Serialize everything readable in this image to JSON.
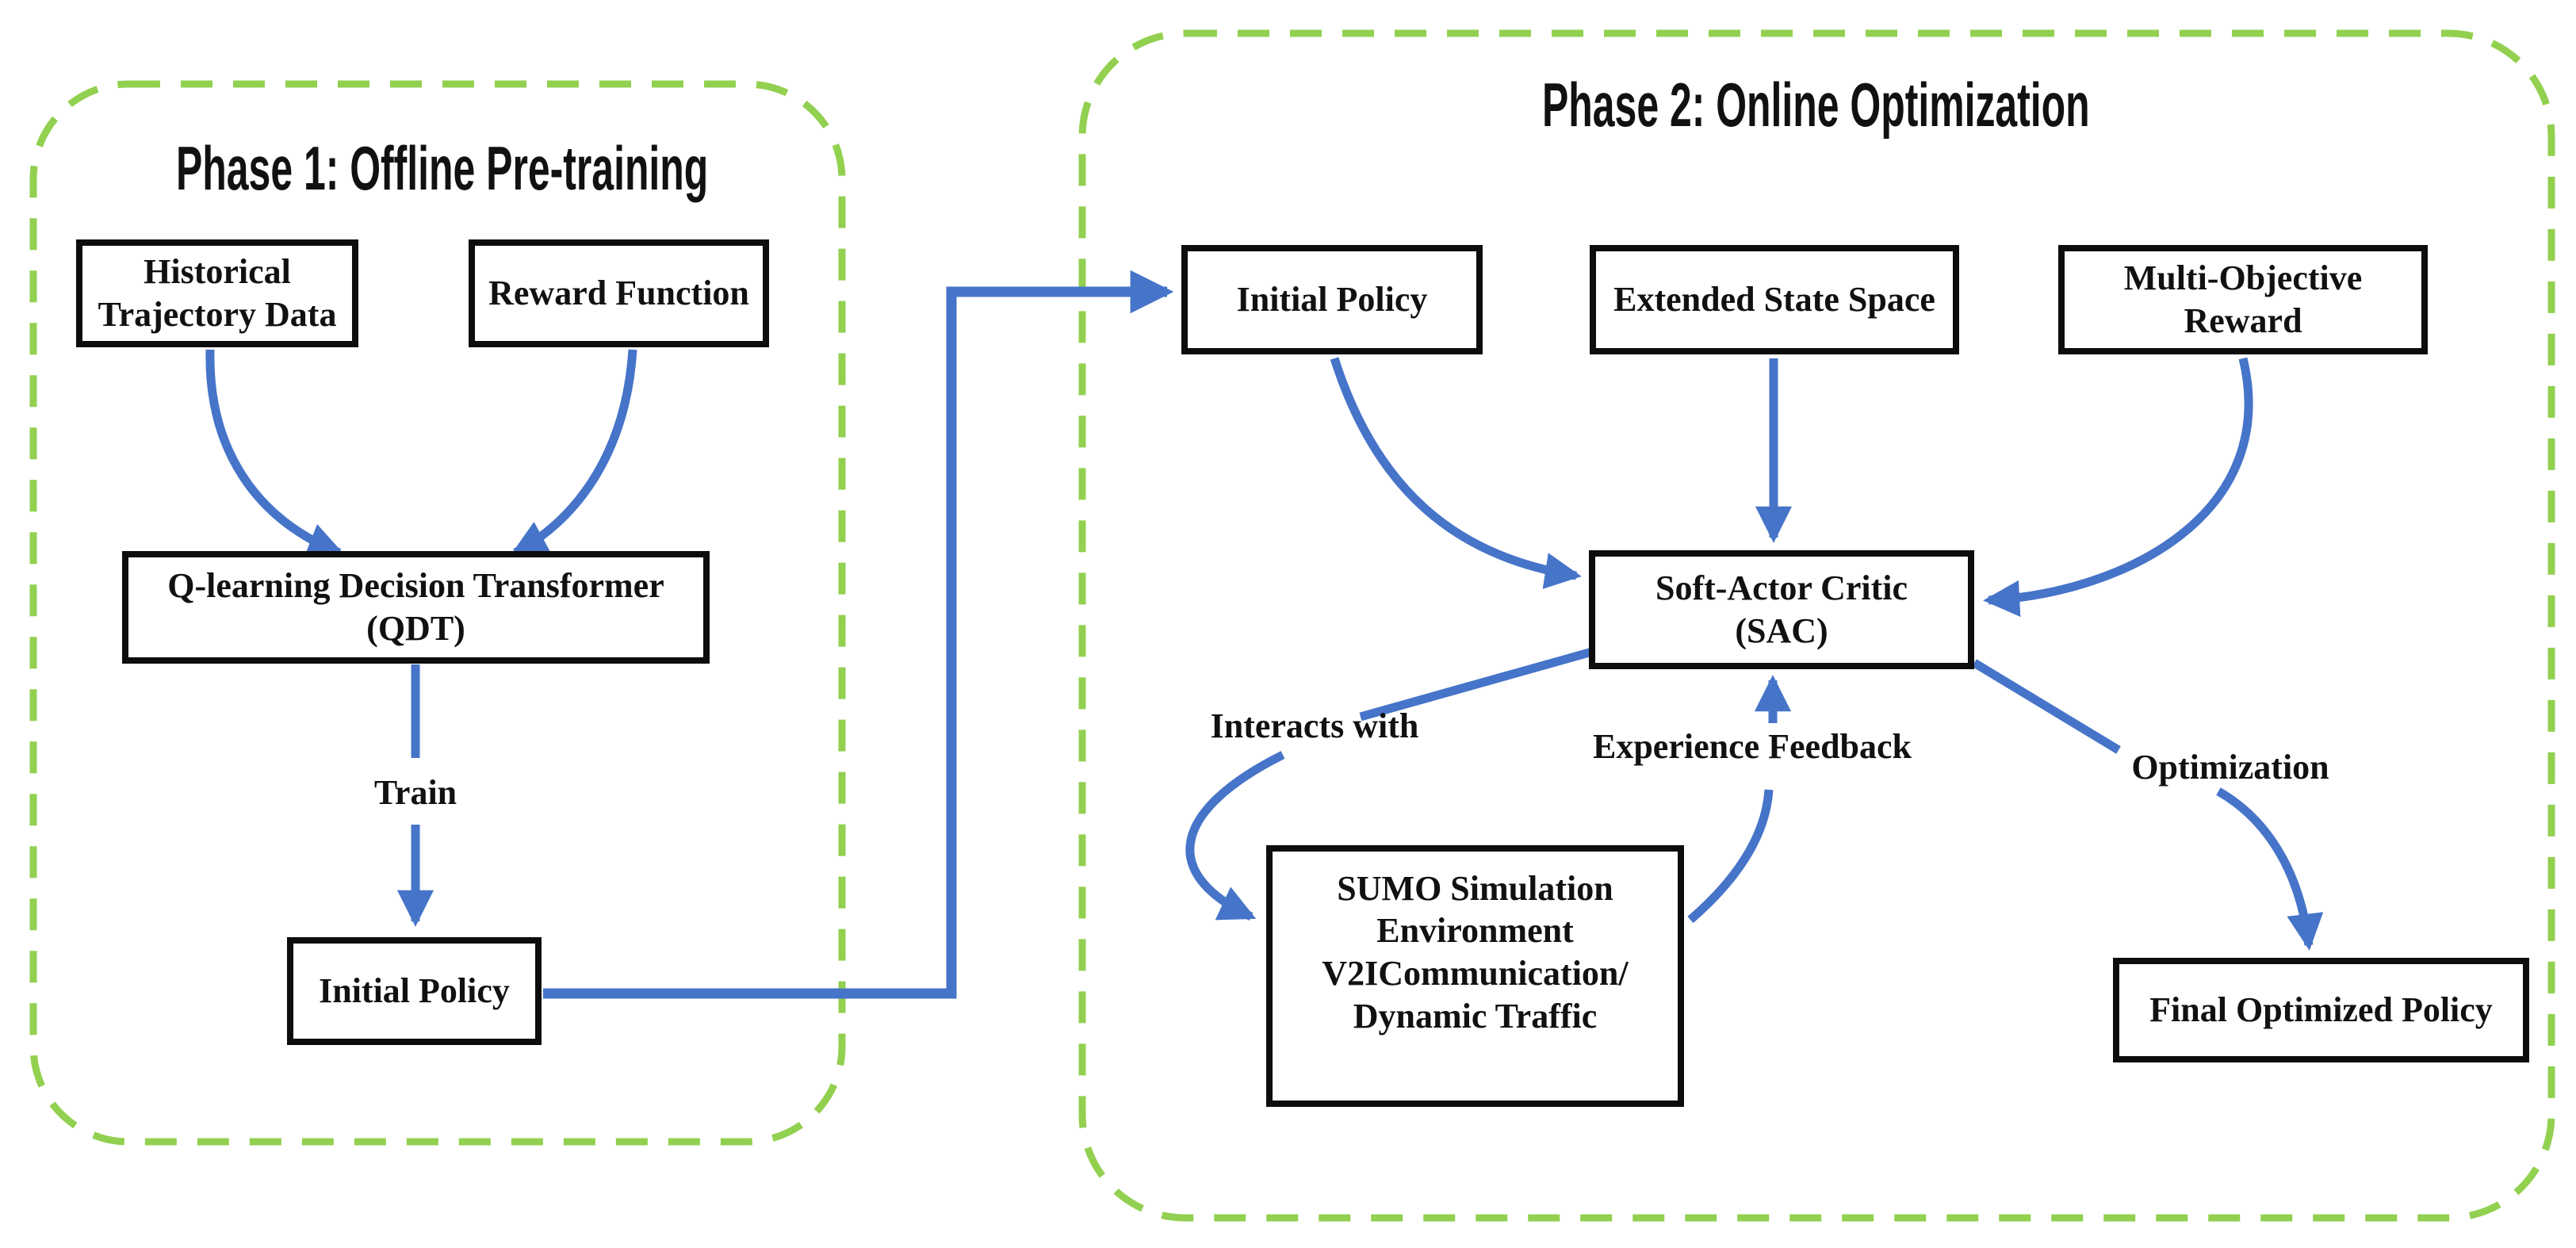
{
  "colors": {
    "arrow_blue": "#4674C9",
    "phase_green": "#92D050",
    "box_border": "#0d0d0d",
    "text": "#111111",
    "background": "#ffffff"
  },
  "phase1": {
    "title": "Phase 1: Offline Pre-training",
    "nodes": {
      "historical": {
        "lines": [
          "Historical",
          "Trajectory Data"
        ]
      },
      "reward": {
        "lines": [
          "Reward Function"
        ]
      },
      "qdt": {
        "lines": [
          "Q-learning Decision Transformer",
          "(QDT)"
        ]
      },
      "initial_policy": {
        "lines": [
          "Initial Policy"
        ]
      }
    },
    "edge_labels": {
      "train": "Train"
    }
  },
  "phase2": {
    "title": "Phase 2: Online Optimization",
    "nodes": {
      "initial_policy": {
        "lines": [
          "Initial Policy"
        ]
      },
      "extended_state": {
        "lines": [
          "Extended State Space"
        ]
      },
      "multi_objective": {
        "lines": [
          "Multi-Objective",
          "Reward"
        ]
      },
      "sac": {
        "lines": [
          "Soft-Actor Critic",
          "(SAC)"
        ]
      },
      "sumo": {
        "lines": [
          "SUMO Simulation",
          "Environment",
          "V2ICommunication/",
          "Dynamic Traffic"
        ]
      },
      "final_policy": {
        "lines": [
          "Final Optimized Policy"
        ]
      }
    },
    "edge_labels": {
      "interacts_with": "Interacts with",
      "experience_feedback": "Experience Feedback",
      "optimization": "Optimization"
    }
  }
}
